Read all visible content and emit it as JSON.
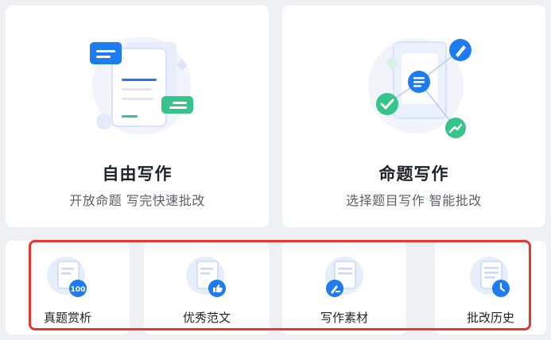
{
  "cards": [
    {
      "title": "自由写作",
      "subtitle": "开放命题 写完快速批改"
    },
    {
      "title": "命题写作",
      "subtitle": "选择题目写作 智能批改"
    }
  ],
  "tools": [
    {
      "label": "真题赏析",
      "badge": "100",
      "icon": "document-score-icon"
    },
    {
      "label": "优秀范文",
      "icon": "document-thumbs-up-icon"
    },
    {
      "label": "写作素材",
      "icon": "document-pen-icon"
    },
    {
      "label": "批改历史",
      "icon": "document-clock-icon"
    }
  ],
  "colors": {
    "accent_blue": "#1e7bf0",
    "accent_green": "#35c48a",
    "highlight_red": "#e8372d",
    "background": "#eef0f4"
  }
}
